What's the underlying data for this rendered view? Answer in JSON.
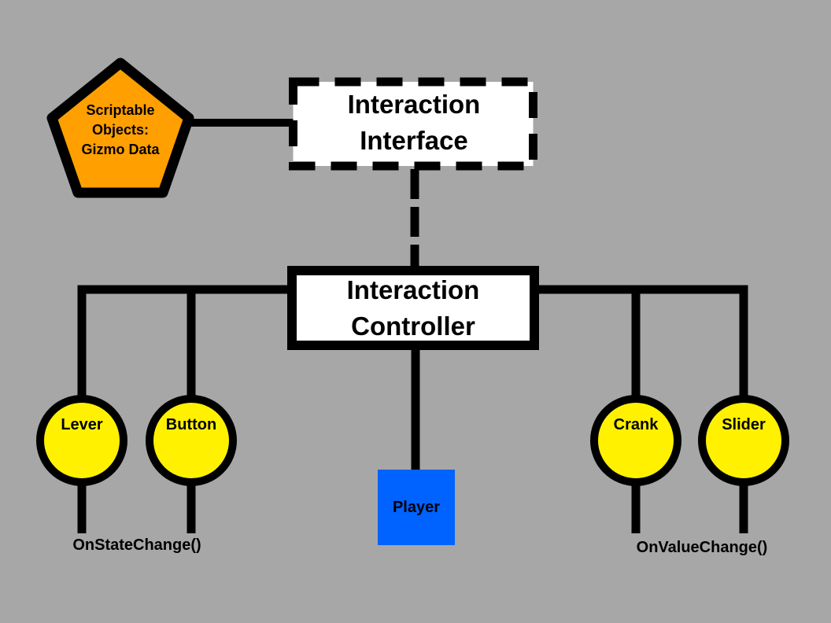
{
  "diagram": {
    "background_color": "#A7A7A7",
    "colors": {
      "pentagon_fill": "#FFA000",
      "circle_fill": "#FFF100",
      "player_fill": "#0062FF",
      "box_fill": "#FFFFFF",
      "line": "#000000"
    },
    "nodes": {
      "scriptable_objects": {
        "label": "Scriptable\nObjects:\nGizmo Data",
        "shape": "pentagon"
      },
      "interaction_interface": {
        "label": "Interaction\nInterface",
        "shape": "dashed-rectangle"
      },
      "interaction_controller": {
        "label": "Interaction\nController",
        "shape": "rectangle"
      },
      "lever": {
        "label": "Lever",
        "shape": "circle"
      },
      "button": {
        "label": "Button",
        "shape": "circle"
      },
      "crank": {
        "label": "Crank",
        "shape": "circle"
      },
      "slider": {
        "label": "Slider",
        "shape": "circle"
      },
      "player": {
        "label": "Player",
        "shape": "square"
      }
    },
    "annotations": {
      "on_state_change": "OnStateChange()",
      "on_value_change": "OnValueChange()"
    }
  }
}
